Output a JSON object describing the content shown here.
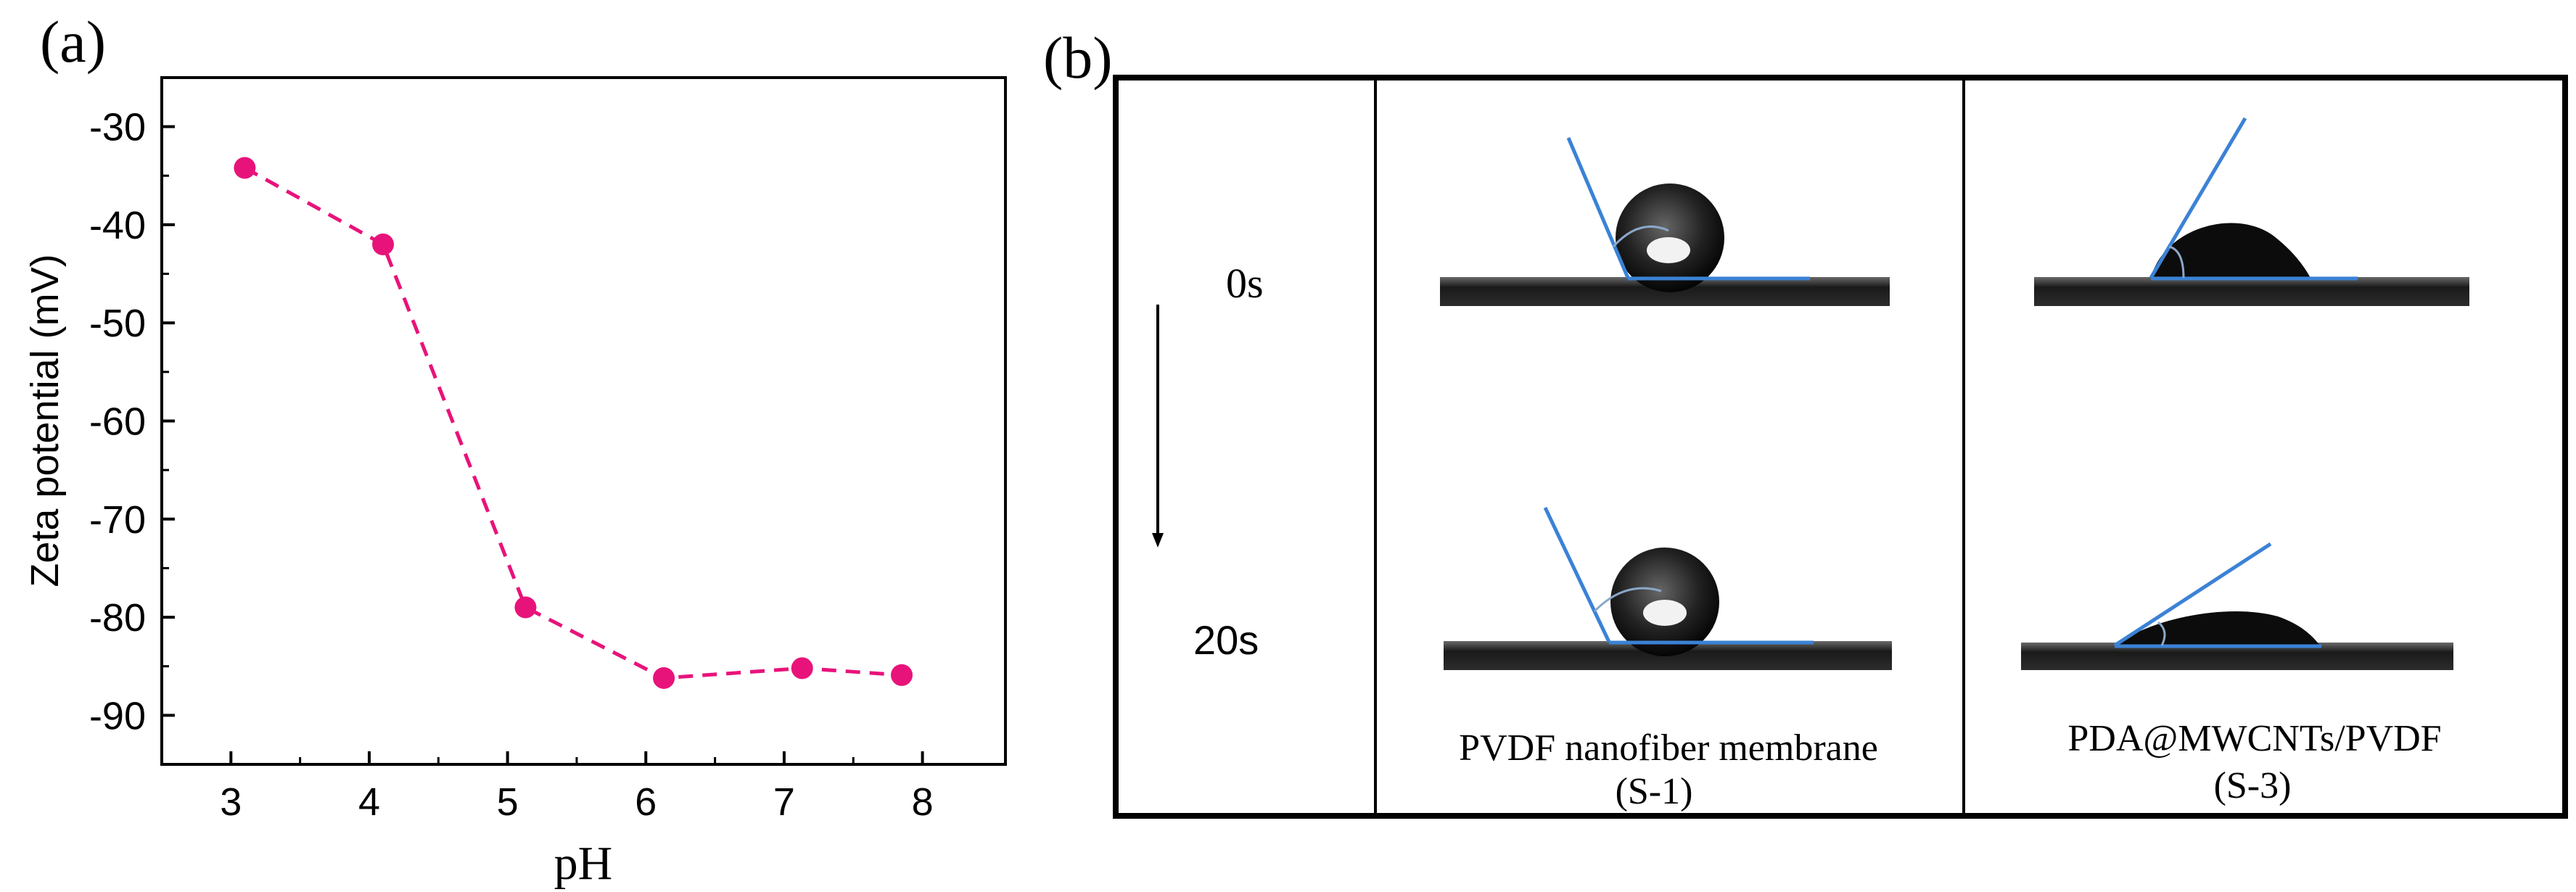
{
  "panel_a": {
    "label": "(a)",
    "chart_data": {
      "type": "line",
      "x": [
        3.1,
        4.1,
        5.13,
        6.13,
        7.13,
        7.85
      ],
      "series": [
        {
          "values": [
            -34.2,
            -42.0,
            -79.0,
            -86.2,
            -85.2,
            -85.9
          ],
          "color": "#e8137a"
        }
      ],
      "xlabel": "pH",
      "ylabel": "Zeta potential (mV)",
      "xlim": [
        2.5,
        8.6
      ],
      "ylim": [
        -95,
        -25
      ],
      "xticks": [
        "3",
        "4",
        "5",
        "6",
        "7",
        "8"
      ],
      "yticks": [
        "-30",
        "-40",
        "-50",
        "-60",
        "-70",
        "-80",
        "-90"
      ],
      "line_style": "dashed",
      "marker": "circle",
      "grid": false
    }
  },
  "panel_b": {
    "label": "(b)",
    "times": [
      "0s",
      "20s"
    ],
    "columns": [
      {
        "title": "PVDF nanofiber membrane",
        "sample": "(S-1)"
      },
      {
        "title": "PDA@MWCNTs/PVDF",
        "sample": "(S-3)"
      }
    ],
    "accent_color": "#3b82d6"
  }
}
